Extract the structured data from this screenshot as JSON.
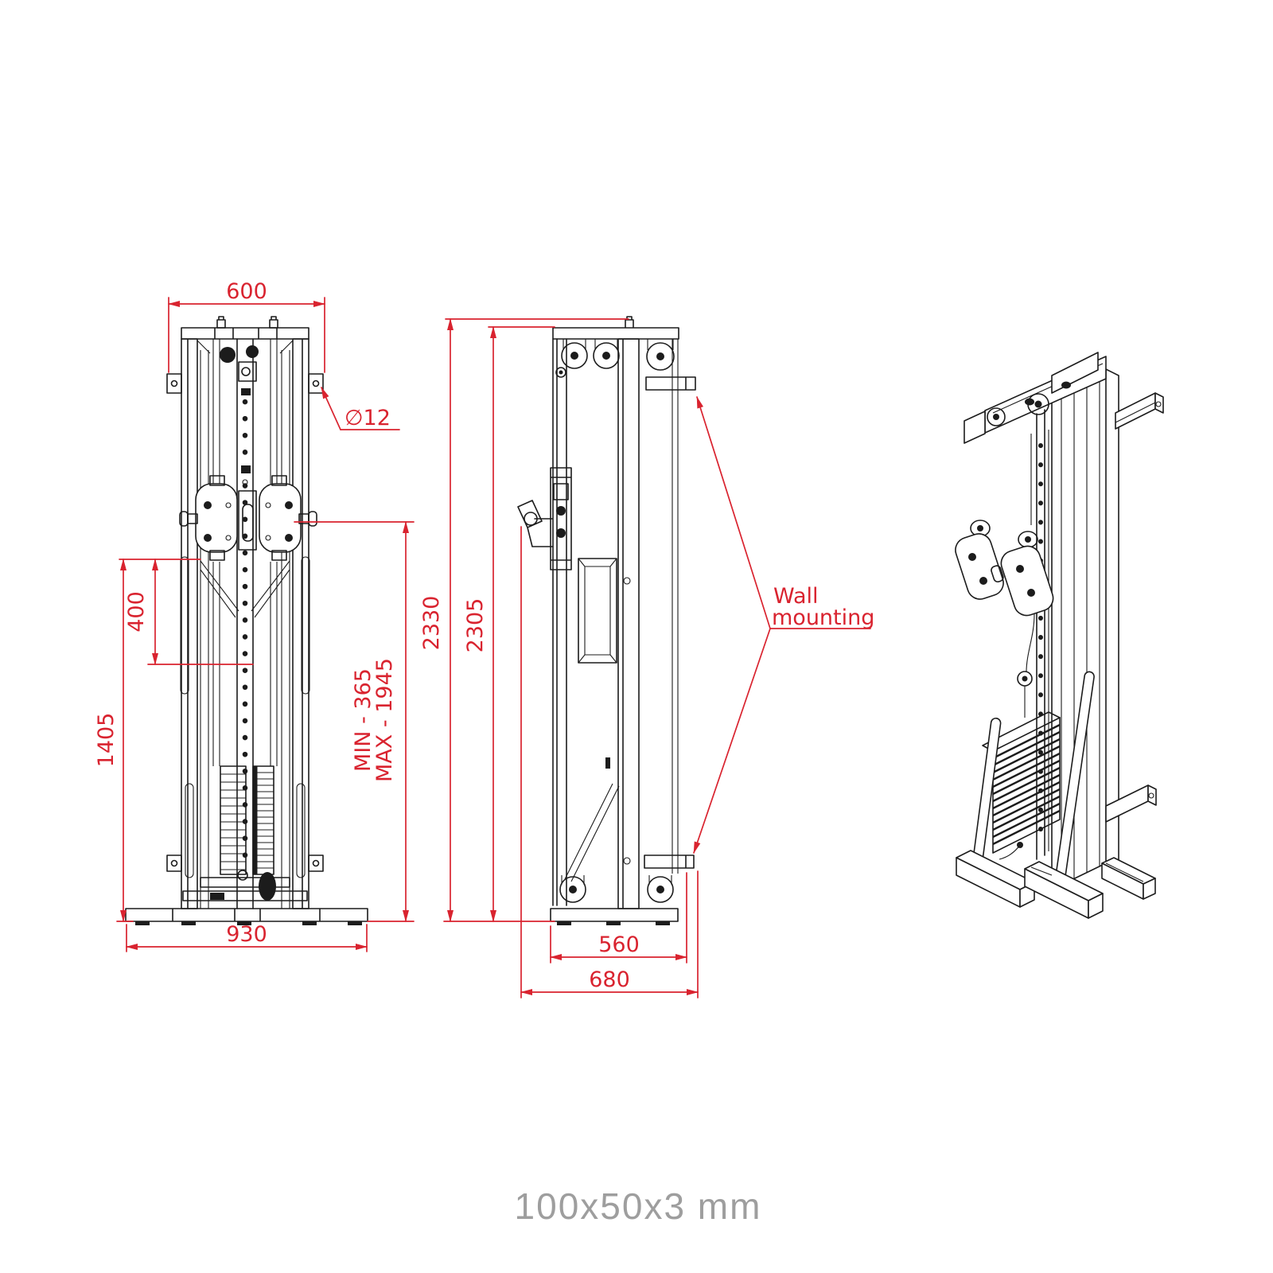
{
  "colors": {
    "accent": "#d9232f",
    "line": "#1c1c1c",
    "caption_gray": "#9e9e9e"
  },
  "caption": "100x50x3 mm",
  "front_view": {
    "dim_top_width": "600",
    "dim_hole_diameter": "∅12",
    "dim_handle_spacing": "400",
    "dim_height_1405": "1405",
    "dim_min": "MIN - 365",
    "dim_max": "MAX - 1945",
    "dim_base_width": "930"
  },
  "side_view": {
    "dim_overall_height": "2330",
    "dim_frame_height": "2305",
    "dim_base_depth": "560",
    "dim_overall_depth": "680",
    "wall_mounting_line1": "Wall",
    "wall_mounting_line2": "mounting"
  }
}
